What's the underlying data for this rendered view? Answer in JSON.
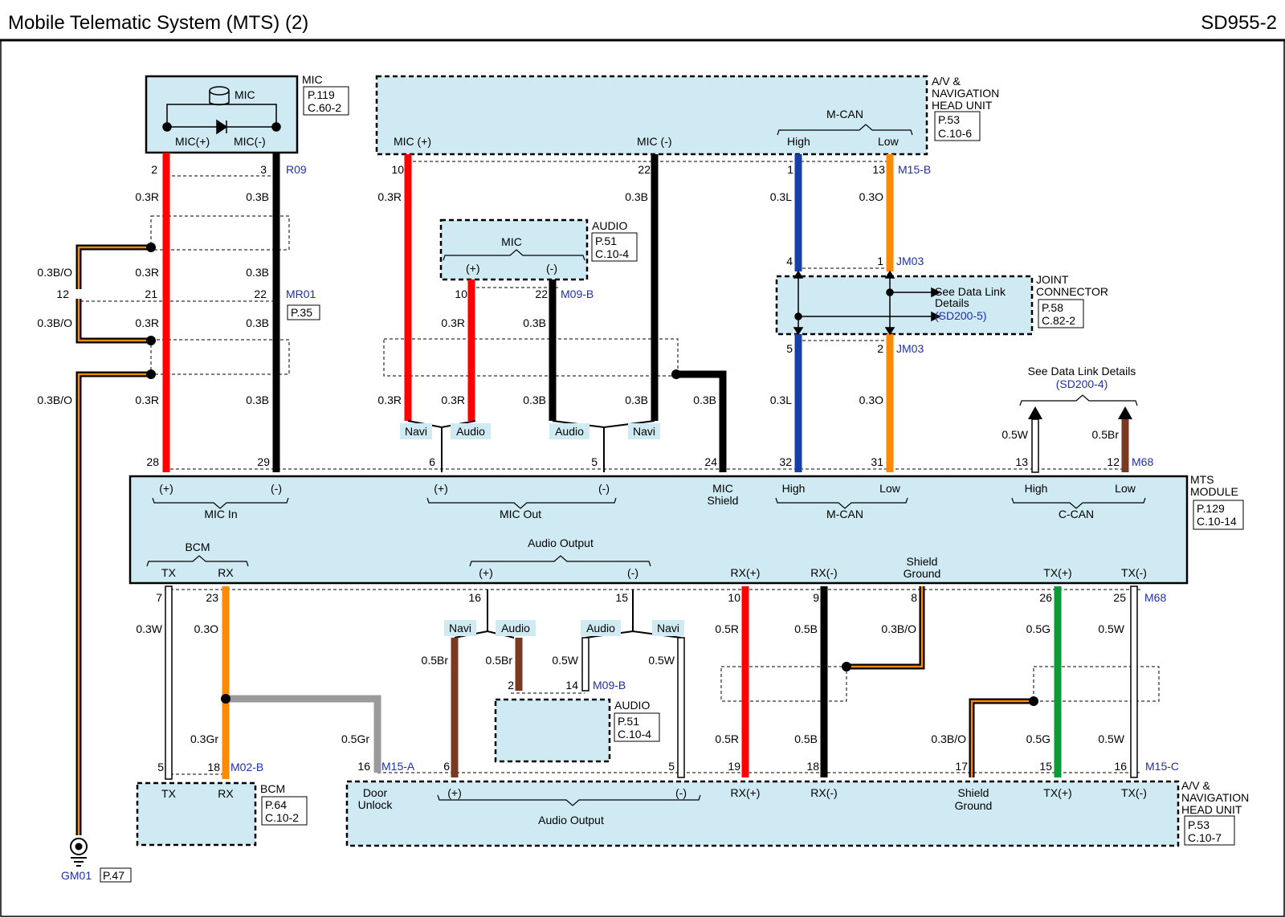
{
  "header": {
    "title": "Mobile Telematic System (MTS) (2)",
    "page_code": "SD955-2"
  },
  "colors": {
    "component_fill": "#cfeaf2",
    "ref_text": "#1f2fa8",
    "wire_red": "#ff0000",
    "wire_black": "#000000",
    "wire_blue": "#1540a8",
    "wire_orange": "#ff8a00",
    "wire_white": "#ffffff",
    "wire_brown": "#7a3a22",
    "wire_green": "#0a9a3a",
    "wire_gray": "#9a9a9a",
    "wire_black_orange": "#000000 / #ff8a00"
  },
  "components": {
    "mic": {
      "name": "MIC",
      "page": "P.119",
      "conn": "C.60-2",
      "symbol": "MIC",
      "pin_pos": "MIC(+)",
      "pin_neg": "MIC(-)"
    },
    "head_unit_top": {
      "name_1": "A/V &",
      "name_2": "NAVIGATION",
      "name_3": "HEAD UNIT",
      "page": "P.53",
      "conn": "C.10-6",
      "mic_pos": "MIC (+)",
      "mic_neg": "MIC (-)",
      "mcan": "M-CAN",
      "high": "High",
      "low": "Low"
    },
    "audio_top": {
      "name": "AUDIO",
      "page": "P.51",
      "conn": "C.10-4",
      "mic": "MIC",
      "pos": "(+)",
      "neg": "(-)"
    },
    "joint": {
      "name_1": "JOINT",
      "name_2": "CONNECTOR",
      "page": "P.58",
      "conn": "C.82-2",
      "note_1": "See Data Link",
      "note_2": "Details",
      "note_ref": "(SD200-5)"
    },
    "mts": {
      "name_1": "MTS",
      "name_2": "MODULE",
      "page": "P.129",
      "conn": "C.10-14",
      "mic_in_pos": "(+)",
      "mic_in_neg": "(-)",
      "mic_in": "MIC In",
      "mic_out_pos": "(+)",
      "mic_out_neg": "(-)",
      "mic_out": "MIC Out",
      "mic_shield_1": "MIC",
      "mic_shield_2": "Shield",
      "mcan_high": "High",
      "mcan_low": "Low",
      "mcan": "M-CAN",
      "ccan_high": "High",
      "ccan_low": "Low",
      "ccan": "C-CAN",
      "bcm": "BCM",
      "tx": "TX",
      "rx": "RX",
      "audio_output": "Audio Output",
      "ao_pos": "(+)",
      "ao_neg": "(-)",
      "rx_pos": "RX(+)",
      "rx_neg": "RX(-)",
      "shield_1": "Shield",
      "shield_2": "Ground",
      "tx_pos": "TX(+)",
      "tx_neg": "TX(-)"
    },
    "audio_bottom": {
      "name": "AUDIO",
      "page": "P.51",
      "conn": "C.10-4"
    },
    "bcm": {
      "name": "BCM",
      "page": "P.64",
      "conn": "C.10-2",
      "tx": "TX",
      "rx": "RX"
    },
    "head_unit_bottom": {
      "name_1": "A/V &",
      "name_2": "NAVIGATION",
      "name_3": "HEAD UNIT",
      "page": "P.53",
      "conn": "C.10-7",
      "door_1": "Door",
      "door_2": "Unlock",
      "ao_pos": "(+)",
      "ao_neg": "(-)",
      "audio_output": "Audio Output",
      "rx_pos": "RX(+)",
      "rx_neg": "RX(-)",
      "shield_1": "Shield",
      "shield_2": "Ground",
      "tx_pos": "TX(+)",
      "tx_neg": "TX(-)"
    },
    "ground": {
      "name": "GM01",
      "page": "P.47"
    }
  },
  "connectors": {
    "r09": "R09",
    "mr01": "MR01",
    "mr01_page": "P.35",
    "m15b": "M15-B",
    "m09b_top": "M09-B",
    "jm03_a": "JM03",
    "jm03_b": "JM03",
    "m68_top": "M68",
    "m68_bottom": "M68",
    "m09b_bottom": "M09-B",
    "m02b": "M02-B",
    "m15a": "M15-A",
    "m15c": "M15-C"
  },
  "data_link": {
    "note": "See Data Link Details",
    "ref": "(SD200-4)"
  },
  "tags": {
    "navi": "Navi",
    "audio": "Audio"
  },
  "pins": {
    "mic_p": "2",
    "mic_n": "3",
    "mr01_p": "21",
    "mr01_n": "22",
    "mr01_s": "12",
    "hu_mic_p": "10",
    "hu_mic_n": "22",
    "hu_high": "1",
    "hu_low": "13",
    "aud_p": "10",
    "aud_n": "22",
    "jm_in_l": "4",
    "jm_in_r": "1",
    "jm_out_l": "5",
    "jm_out_r": "2",
    "mts_28": "28",
    "mts_29": "29",
    "mts_6": "6",
    "mts_5": "5",
    "mts_24": "24",
    "mts_32": "32",
    "mts_31": "31",
    "mts_13": "13",
    "mts_12": "12",
    "mts_7": "7",
    "mts_23": "23",
    "mts_16": "16",
    "mts_15": "15",
    "mts_10": "10",
    "mts_9": "9",
    "mts_8": "8",
    "mts_26": "26",
    "mts_25": "25",
    "ab_2": "2",
    "ab_14": "14",
    "bcm_5": "5",
    "bcm_18": "18",
    "hb_16": "16",
    "hb_6": "6",
    "hb_5": "5",
    "hb_19": "19",
    "hb_18": "18",
    "hb_17": "17",
    "hb_15": "15",
    "hb_16b": "16"
  },
  "wires": {
    "w1": "0.3R",
    "w2": "0.3B",
    "w3": "0.3B/O",
    "w4": "0.3R",
    "w5": "0.3B",
    "w6": "0.3B/O",
    "w7": "0.3R",
    "w8": "0.3B",
    "w9": "0.3B/O",
    "w10": "0.3R",
    "w11": "0.3B",
    "w12": "0.3R",
    "w13": "0.3R",
    "w14": "0.3B",
    "w15": "0.3B",
    "w16": "0.3R",
    "w17": "0.3R",
    "w18": "0.3B",
    "w19": "0.3B",
    "w20": "0.3B",
    "w21": "0.3L",
    "w22": "0.3O",
    "w23": "0.3L",
    "w24": "0.3O",
    "w25": "0.5W",
    "w26": "0.5Br",
    "w27": "0.3W",
    "w28": "0.3O",
    "w29": "0.3Gr",
    "w30": "0.5Gr",
    "w31": "0.5Br",
    "w32": "0.5Br",
    "w33": "0.5W",
    "w34": "0.5W",
    "w35": "0.5R",
    "w36": "0.5B",
    "w37": "0.3B/O",
    "w38": "0.5G",
    "w39": "0.5W",
    "w40": "0.5R",
    "w41": "0.5B",
    "w42": "0.3B/O",
    "w43": "0.5G",
    "w44": "0.5W"
  }
}
